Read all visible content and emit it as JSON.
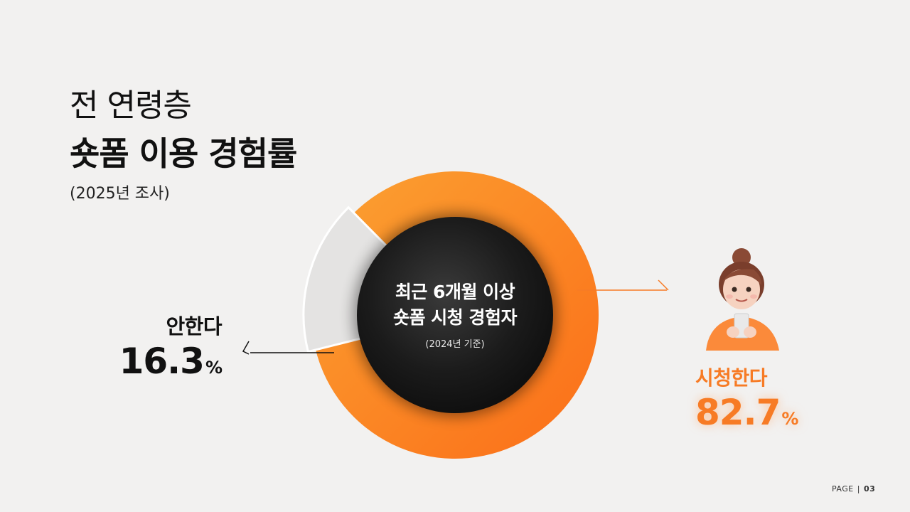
{
  "title": {
    "line1": "전 연령층",
    "line2": "숏폼 이용 경험률",
    "subtitle": "(2025년 조사)"
  },
  "center": {
    "line1": "최근 6개월 이상",
    "line2": "숏폼 시청 경험자",
    "note": "(2024년 기준)"
  },
  "chart_data": {
    "type": "pie",
    "style": "donut",
    "categories": [
      "안한다",
      "시청한다"
    ],
    "values": [
      16.3,
      82.7
    ],
    "unit": "%",
    "colors": [
      "#e6e5e4",
      "#fa8624"
    ]
  },
  "labels": {
    "no": {
      "label": "안한다",
      "value": "16.3",
      "unit": "%"
    },
    "yes": {
      "label": "시청한다",
      "value": "82.7",
      "unit": "%"
    }
  },
  "footer": {
    "page_label": "PAGE",
    "separator": "|",
    "page_number": "03"
  },
  "colors": {
    "accent": "#f77b25",
    "center_fill": "#1a1a1a",
    "background": "#f2f1f0"
  },
  "icons": {
    "avatar": "woman-holding-phone-avatar"
  }
}
